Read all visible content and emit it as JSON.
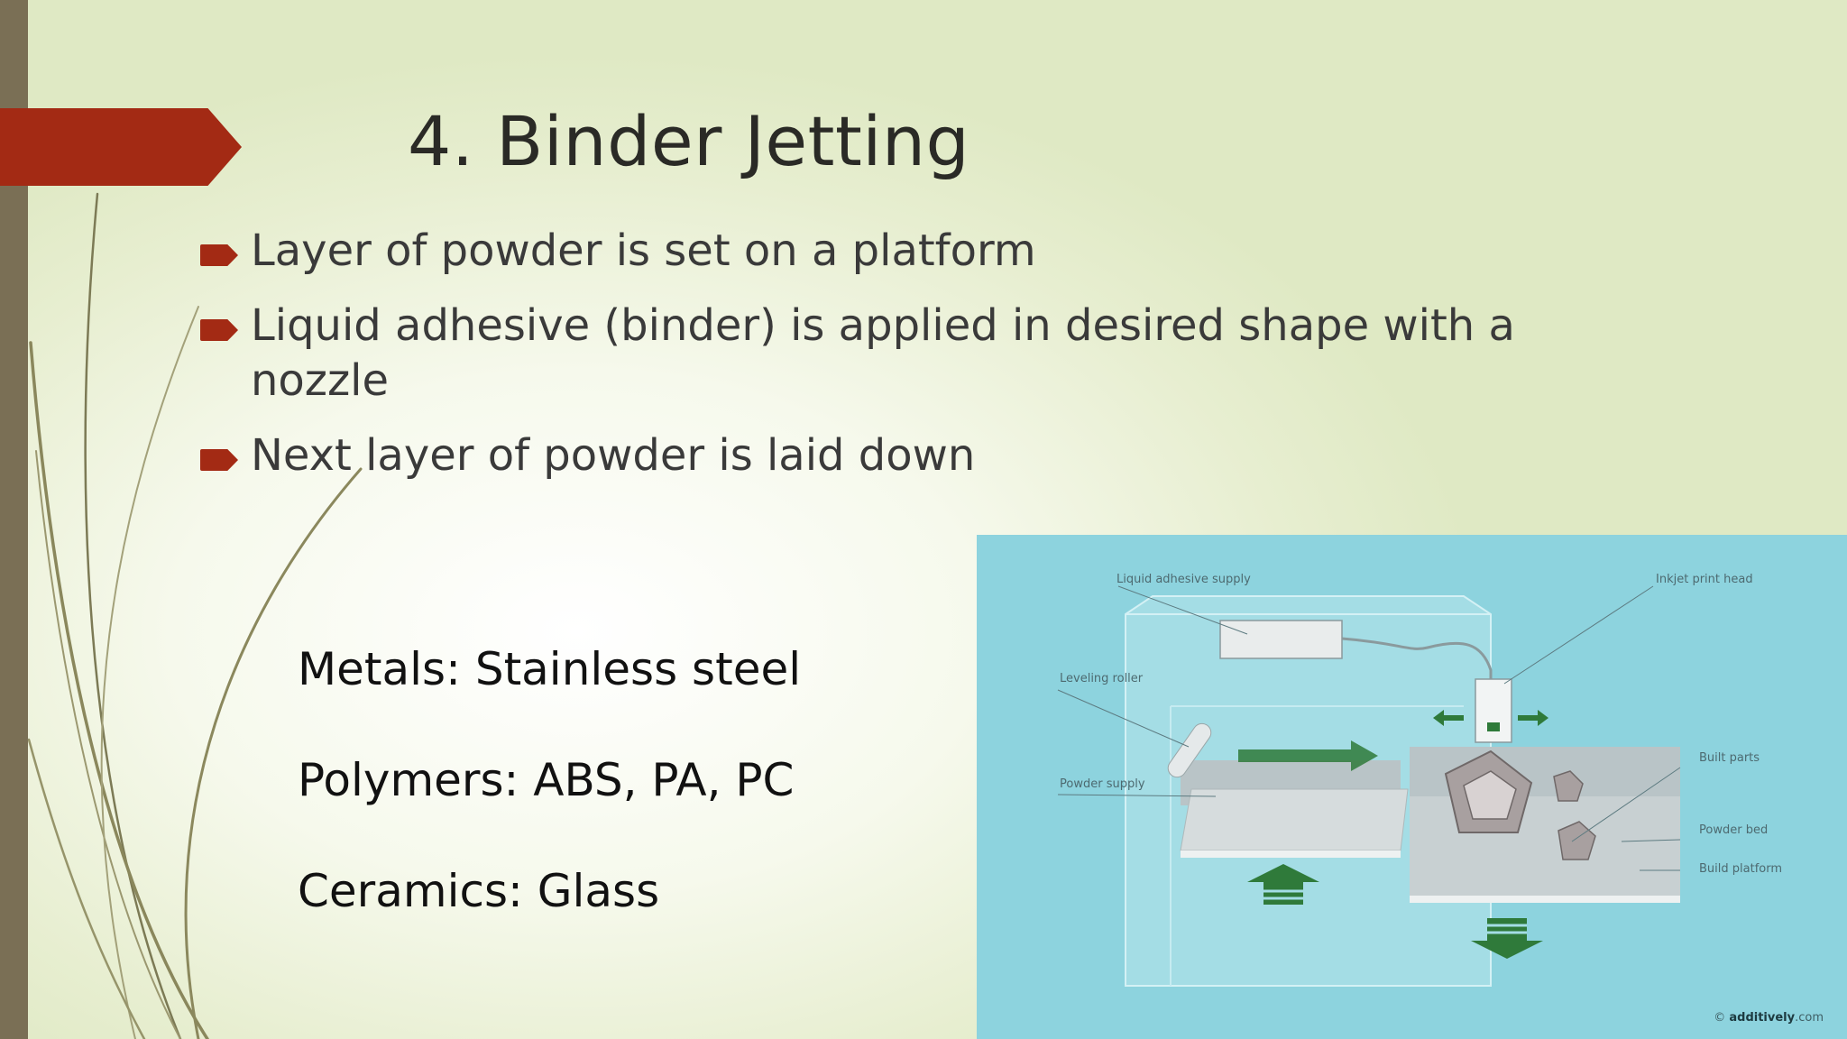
{
  "slide": {
    "title": "4. Binder Jetting",
    "bullets": [
      "Layer of powder is set on a platform",
      "Liquid adhesive (binder) is applied in desired shape with a nozzle",
      "Next layer of powder is laid down"
    ],
    "materials": [
      "Metals: Stainless steel",
      "Polymers: ABS, PA, PC",
      "Ceramics: Glass"
    ]
  },
  "diagram": {
    "labels": {
      "liquid_adhesive_supply": "Liquid adhesive supply",
      "inkjet_print_head": "Inkjet print head",
      "leveling_roller": "Leveling roller",
      "powder_supply": "Powder supply",
      "built_parts": "Built parts",
      "powder_bed": "Powder bed",
      "build_platform": "Build platform"
    },
    "credit_symbol": "©",
    "credit_brand": "additively",
    "credit_suffix": ".com"
  },
  "colors": {
    "accent": "#a32a14",
    "left_bar": "#7a6f55",
    "diagram_background": "#8dd3de",
    "arrow_green": "#2f7a3a"
  }
}
